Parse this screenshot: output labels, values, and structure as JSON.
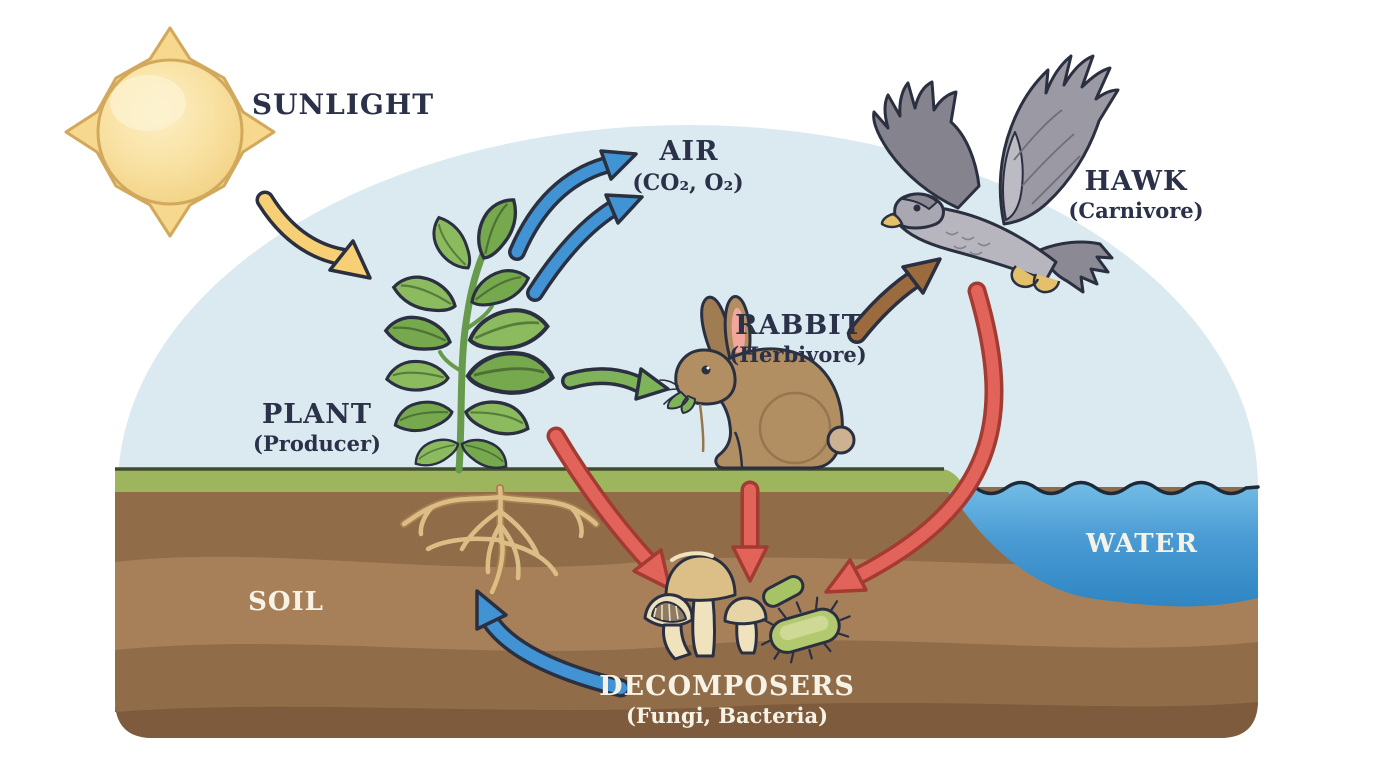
{
  "diagram": {
    "type": "ecosystem-energy-nutrient-cycle",
    "labels": {
      "sunlight": "SUNLIGHT",
      "air": {
        "name": "AIR",
        "formula": "(CO₂, O₂)"
      },
      "hawk": {
        "name": "HAWK",
        "role": "(Carnivore)"
      },
      "rabbit": {
        "name": "RABBIT",
        "role": "(Herbivore)"
      },
      "plant": {
        "name": "PLANT",
        "role": "(Producer)"
      },
      "soil": "SOIL",
      "water": "WATER",
      "decomposers": {
        "name": "DECOMPOSERS",
        "role": "(Fungi, Bacteria)"
      }
    },
    "icons": [
      "sun-icon",
      "plant-icon",
      "roots-icon",
      "rabbit-icon",
      "hawk-icon",
      "mushrooms-icon",
      "bacteria-icon"
    ],
    "arrows": [
      {
        "name": "sunlight-arrow",
        "color_key": "arrow_yellow",
        "from": "sun",
        "to": "plant"
      },
      {
        "name": "gas-exchange-arrow-1",
        "color_key": "arrow_blue",
        "from": "plant",
        "to": "air"
      },
      {
        "name": "gas-exchange-arrow-2",
        "color_key": "arrow_blue",
        "from": "plant",
        "to": "air"
      },
      {
        "name": "grazing-arrow",
        "color_key": "arrow_green",
        "from": "plant",
        "to": "rabbit"
      },
      {
        "name": "predation-arrow",
        "color_key": "arrow_brown",
        "from": "rabbit",
        "to": "hawk"
      },
      {
        "name": "decay-arrow-from-plant",
        "color_key": "arrow_red",
        "from": "plant",
        "to": "decomposers"
      },
      {
        "name": "decay-arrow-from-rabbit",
        "color_key": "arrow_red",
        "from": "rabbit",
        "to": "decomposers"
      },
      {
        "name": "decay-arrow-from-hawk",
        "color_key": "arrow_red",
        "from": "hawk",
        "to": "decomposers"
      },
      {
        "name": "nutrient-return-arrow",
        "color_key": "arrow_blue",
        "from": "decomposers",
        "to": "roots"
      }
    ],
    "palette": {
      "sky": "#dbeaf1",
      "sun_body": "#f4d283",
      "sun_outline": "#d2a95c",
      "arrow_yellow": "#f7cf74",
      "arrow_blue": "#4193d3",
      "arrow_green": "#7fb35a",
      "arrow_brown": "#9c6b3d",
      "arrow_red": "#e2635a",
      "outline_dark": "#2b3040",
      "leaf_green": "#8cba5f",
      "leaf_dark": "#76a84e",
      "stem_green": "#679a4b",
      "grass": "#9db65e",
      "grass_line": "#3e4c2c",
      "soil_base": "#916c49",
      "soil_light": "#a7805a",
      "soil_dark": "#7d5b3c",
      "water_top": "#6db8e3",
      "water_deep": "#2f86c2",
      "rabbit_brown": "#b28e63",
      "rabbit_light": "#cdb292",
      "ear_pink": "#f2a69c",
      "hawk_dark": "#84838e",
      "hawk_mid": "#9b99a4",
      "hawk_light": "#b7b5be",
      "mushroom_cap": "#dcbf86",
      "mushroom_stem": "#efe2bd",
      "bacteria_green": "#b3c96f",
      "root_tan": "#dcbd85",
      "text_navy": "#2b3148",
      "text_cream": "#f7f2e6"
    }
  }
}
